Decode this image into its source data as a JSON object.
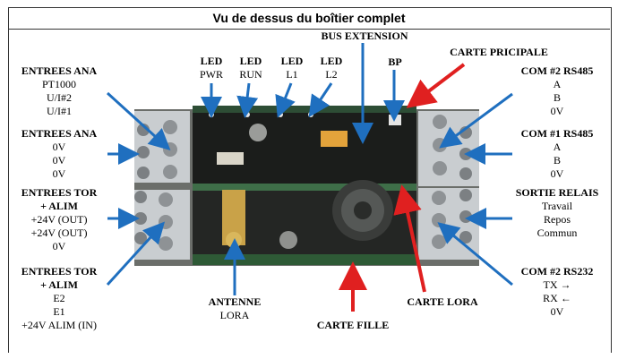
{
  "title": "Vu de dessus du boîtier complet",
  "left_groups": [
    {
      "heading": "ENTREES ANA",
      "lines": [
        "PT1000",
        "U/I#2",
        "U/I#1"
      ]
    },
    {
      "heading": "ENTREES ANA",
      "lines": [
        "0V",
        "0V",
        "0V"
      ]
    },
    {
      "heading": "ENTREES TOR",
      "lines": [
        "+ ALIM",
        "+24V (OUT)",
        "+24V (OUT)",
        "0V"
      ]
    },
    {
      "heading": "ENTREES TOR",
      "lines": [
        "+ ALIM",
        "E2",
        "E1",
        "+24V ALIM (IN)"
      ]
    }
  ],
  "right_groups": [
    {
      "heading": "COM #2 RS485",
      "lines": [
        "A",
        "B",
        "0V"
      ]
    },
    {
      "heading": "COM #1 RS485",
      "lines": [
        "A",
        "B",
        "0V"
      ]
    },
    {
      "heading": "SORTIE RELAIS",
      "lines": [
        "Travail",
        "Repos",
        "Commun"
      ]
    },
    {
      "heading": "COM #2 RS232",
      "lines": [
        "TX →",
        "RX ←",
        "0V"
      ]
    }
  ],
  "top_labels": {
    "led_pwr": {
      "heading": "LED",
      "sub": "PWR"
    },
    "led_run": {
      "heading": "LED",
      "sub": "RUN"
    },
    "led_l1": {
      "heading": "LED",
      "sub": "L1"
    },
    "led_l2": {
      "heading": "LED",
      "sub": "L2"
    },
    "bus_extension": "BUS EXTENSION",
    "bp": "BP",
    "carte_principale": "CARTE PRICIPALE"
  },
  "bottom_labels": {
    "antenne": {
      "heading": "ANTENNE",
      "sub": "LORA"
    },
    "carte_fille": "CARTE FILLE",
    "carte_lora": "CARTE LORA"
  },
  "colors": {
    "blue_arrow": "#1f6fbf",
    "red_arrow": "#e02020",
    "terminal": "#c9cdd0",
    "pcb_green": "#1f4d2a",
    "enclosure": "#2a2a2a"
  }
}
